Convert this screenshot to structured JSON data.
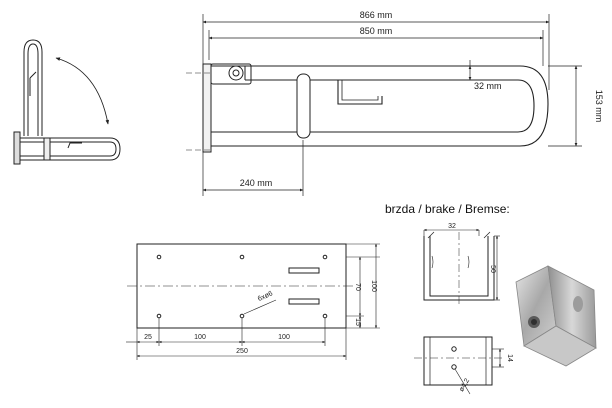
{
  "main_view": {
    "overall_length": "866 mm",
    "rail_length": "850 mm",
    "tube_gap": "32 mm",
    "height": "153 mm",
    "handle_offset": "240 mm"
  },
  "plate_view": {
    "dim_25": "25",
    "dim_100_left": "100",
    "dim_100_right": "100",
    "dim_250": "250",
    "dim_70": "70",
    "dim_100_height": "100",
    "dim_15": "15",
    "holes_label": "6xø6"
  },
  "brake": {
    "caption": "brzda / brake / Bremse:",
    "dim_32": "32",
    "dim_50": "50",
    "dim_14": "14",
    "dim_hole": "ø4,2"
  },
  "colors": {
    "line": "#222222",
    "photo_steel": "#b9b9b9"
  }
}
